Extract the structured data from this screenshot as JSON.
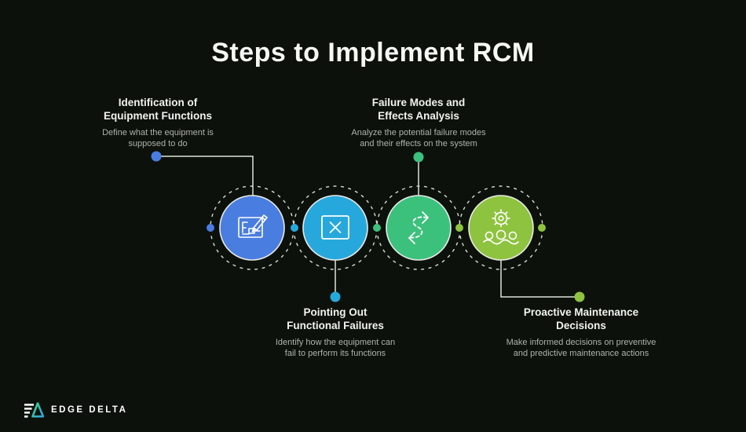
{
  "page": {
    "title": "Steps to Implement RCM",
    "background": "#0d110c"
  },
  "brand": {
    "name": "EDGE DELTA",
    "gradient_start": "#43d17f",
    "gradient_end": "#2da7e6"
  },
  "steps": [
    {
      "id": 1,
      "title": "Identification of\nEquipment Functions",
      "description": "Define what the equipment is\nsupposed to do",
      "color": "#4a7de0",
      "icon": "blueprint-pencil-icon",
      "label_position": "top"
    },
    {
      "id": 2,
      "title": "Pointing Out\nFunctional Failures",
      "description": "Identify how the equipment can\nfail to perform its functions",
      "color": "#27a8dc",
      "icon": "error-window-icon",
      "label_position": "bottom"
    },
    {
      "id": 3,
      "title": "Failure Modes and\nEffects Analysis",
      "description": "Analyze the potential failure modes\nand their effects on the system",
      "color": "#3cc17d",
      "icon": "cycle-arrows-icon",
      "label_position": "top"
    },
    {
      "id": 4,
      "title": "Proactive Maintenance\nDecisions",
      "description": "Make informed decisions on preventive\nand predictive maintenance actions",
      "color": "#8ec33f",
      "icon": "gear-team-icon",
      "label_position": "bottom"
    }
  ]
}
